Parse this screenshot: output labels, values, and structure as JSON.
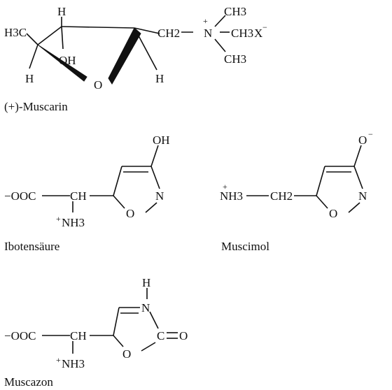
{
  "muscarin": {
    "name": "(+)-Muscarin",
    "atoms": {
      "h3c": "H3C",
      "h_top": "H",
      "oh": "OH",
      "h_left": "H",
      "o_ring": "O",
      "h_right": "H",
      "ch2": "CH2",
      "n": "N",
      "n_charge": "+",
      "ch3_top": "CH3",
      "ch3_right": "CH3",
      "counterion": "X",
      "counterion_charge": "−",
      "ch3_bottom": "CH3"
    }
  },
  "ibotensaeure": {
    "name": "Ibotensäure",
    "atoms": {
      "carboxylate": "−OOC",
      "ch": "CH",
      "nh3": "NH3",
      "nh3_charge": "+",
      "oh": "OH",
      "o_ring": "O",
      "n_ring": "N"
    }
  },
  "muscimol": {
    "name": "Muscimol",
    "atoms": {
      "nh3": "NH3",
      "nh3_charge": "+",
      "ch2": "CH2",
      "o_minus": "O",
      "o_minus_charge": "−",
      "o_ring": "O",
      "n_ring": "N"
    }
  },
  "muscazon": {
    "name": "Muscazon",
    "atoms": {
      "carboxylate": "−OOC",
      "ch": "CH",
      "nh3": "NH3",
      "nh3_charge": "+",
      "h_n": "H",
      "n_ring": "N",
      "o_ring": "O",
      "c_ring": "C",
      "o_exo": "O"
    }
  }
}
